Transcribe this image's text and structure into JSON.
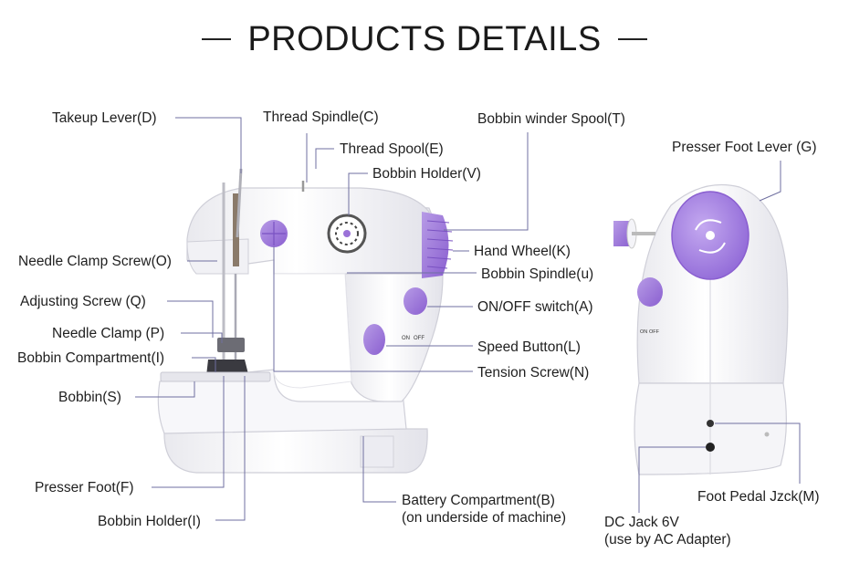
{
  "header": {
    "title": "PRODUCTS DETAILS"
  },
  "labels": {
    "takeup_lever": "Takeup Lever(D)",
    "thread_spindle": "Thread Spindle(C)",
    "thread_spool": "Thread Spool(E)",
    "bobbin_holder_v": "Bobbin Holder(V)",
    "bobbin_winder_spool": "Bobbin winder Spool(T)",
    "presser_foot_lever": "Presser Foot Lever (G)",
    "needle_clamp_screw": "Needle Clamp Screw(O)",
    "hand_wheel": "Hand Wheel(K)",
    "bobbin_spindle": "Bobbin Spindle(u)",
    "adjusting_screw": "Adjusting Screw (Q)",
    "on_off_switch": "ON/OFF switch(A)",
    "needle_clamp": "Needle Clamp (P)",
    "bobbin_compartment": "Bobbin Compartment(I)",
    "speed_button": "Speed Button(L)",
    "tension_screw": "Tension Screw(N)",
    "bobbin": "Bobbin(S)",
    "presser_foot": "Presser Foot(F)",
    "bobbin_holder_i": "Bobbin Holder(I)",
    "battery_compartment": "Battery Compartment(B)",
    "battery_compartment_note": "(on underside of machine)",
    "dc_jack": "DC Jack 6V",
    "dc_jack_note": "(use by AC Adapter)",
    "foot_pedal_jack": "Foot Pedal Jzck(M)"
  },
  "switch_marks": {
    "on": "ON",
    "off": "OFF"
  },
  "colors": {
    "accent_purple": "#9b72d8",
    "body_white": "#f6f6f8",
    "leader_line": "#6a6a9a"
  }
}
